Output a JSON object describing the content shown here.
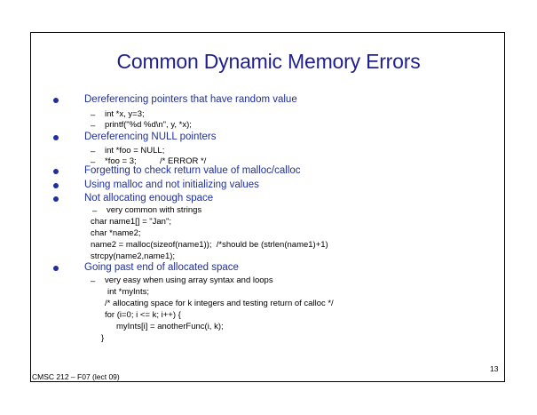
{
  "slide": {
    "title": "Common Dynamic Memory Errors",
    "items": [
      {
        "text": "Dereferencing pointers that have random value",
        "sub": [
          "int *x, y=3;",
          "printf(\"%d %d\\n\", y, *x);"
        ]
      },
      {
        "text": "Dereferencing NULL pointers",
        "sub": [
          "int *foo = NULL;",
          "*foo = 3;          /* ERROR */"
        ]
      },
      {
        "text": "Forgetting to check return value of malloc/calloc"
      },
      {
        "text": "Using malloc and not initializing values"
      },
      {
        "text": "Not allocating enough space",
        "sub": [
          "very common with strings"
        ],
        "code": [
          "char name1[] = \"Jan\";",
          "char *name2;",
          "name2 = malloc(sizeof(name1));  /*should be (strlen(name1)+1)",
          "strcpy(name2,name1);"
        ]
      },
      {
        "text": "Going past end of allocated space",
        "sub": [
          "very easy when using array syntax and loops"
        ],
        "code": [
          "int *myInts;",
          "/* allocating space for k integers and testing return of calloc */",
          "for (i=0; i <= k; i++) {",
          "myInts[i] = anotherFunc(i, k);",
          "}"
        ]
      }
    ],
    "dash": "–"
  },
  "footer": {
    "course": "CMSC 212 – F07 (lect 09)",
    "page": "13"
  },
  "colors": {
    "title": "#1f1f8f",
    "bullet_text": "#1f2fa0"
  }
}
